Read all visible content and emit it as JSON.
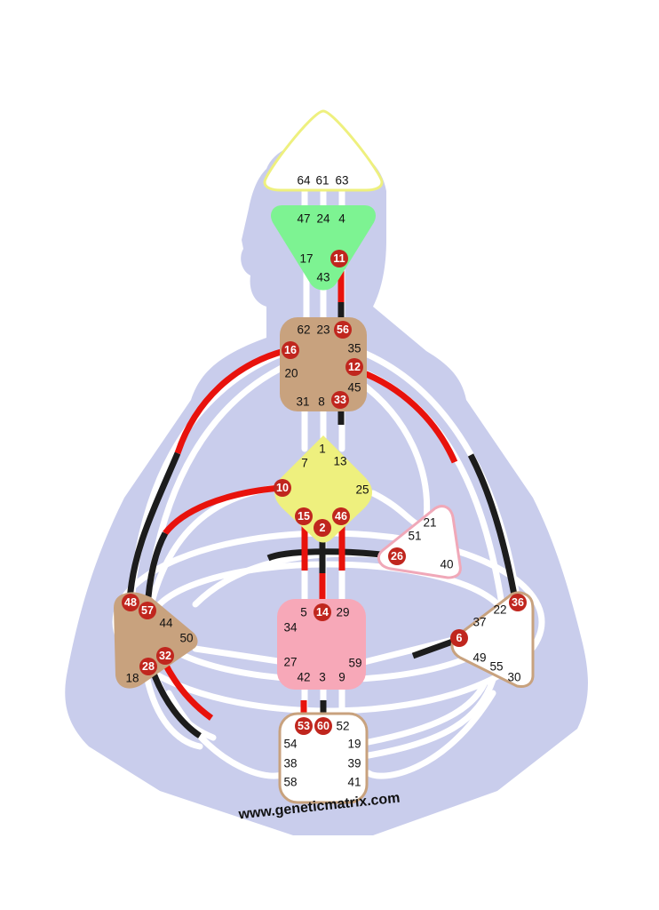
{
  "website": "www.geneticmatrix.com",
  "colors": {
    "silhouette": "#c9cdec",
    "channel_base": "#ffffff",
    "design_red": "#e8120c",
    "personality_black": "#1c1c1c",
    "active_gate_fill": "#c0261e",
    "head_center": "#ffffff",
    "head_border": "#eef07e",
    "ajna_center": "#7df392",
    "throat_center": "#c8a27e",
    "g_center": "#eef07e",
    "ego_center": "#ffffff",
    "ego_border": "#f0a8b8",
    "sacral_center": "#f7a8b8",
    "spleen_center": "#c8a27e",
    "solar_plexus_center": "#ffffff",
    "solar_plexus_border": "#c8a27e",
    "root_center": "#ffffff",
    "root_border": "#c8a27e"
  },
  "gates": [
    {
      "id": "64",
      "active": false
    },
    {
      "id": "61",
      "active": false
    },
    {
      "id": "63",
      "active": false
    },
    {
      "id": "47",
      "active": false
    },
    {
      "id": "24",
      "active": false
    },
    {
      "id": "4",
      "active": false
    },
    {
      "id": "17",
      "active": false
    },
    {
      "id": "11",
      "active": true
    },
    {
      "id": "43",
      "active": false
    },
    {
      "id": "62",
      "active": false
    },
    {
      "id": "23",
      "active": false
    },
    {
      "id": "56",
      "active": true
    },
    {
      "id": "35",
      "active": false
    },
    {
      "id": "16",
      "active": true
    },
    {
      "id": "20",
      "active": false
    },
    {
      "id": "12",
      "active": true
    },
    {
      "id": "45",
      "active": false
    },
    {
      "id": "31",
      "active": false
    },
    {
      "id": "8",
      "active": false
    },
    {
      "id": "33",
      "active": true
    },
    {
      "id": "1",
      "active": false
    },
    {
      "id": "7",
      "active": false
    },
    {
      "id": "13",
      "active": false
    },
    {
      "id": "25",
      "active": false
    },
    {
      "id": "10",
      "active": true
    },
    {
      "id": "15",
      "active": true
    },
    {
      "id": "46",
      "active": true
    },
    {
      "id": "2",
      "active": true
    },
    {
      "id": "21",
      "active": false
    },
    {
      "id": "51",
      "active": false
    },
    {
      "id": "26",
      "active": true
    },
    {
      "id": "40",
      "active": false
    },
    {
      "id": "48",
      "active": true
    },
    {
      "id": "57",
      "active": true
    },
    {
      "id": "44",
      "active": false
    },
    {
      "id": "50",
      "active": false
    },
    {
      "id": "32",
      "active": true
    },
    {
      "id": "28",
      "active": true
    },
    {
      "id": "18",
      "active": false
    },
    {
      "id": "5",
      "active": false
    },
    {
      "id": "14",
      "active": true
    },
    {
      "id": "29",
      "active": false
    },
    {
      "id": "34",
      "active": false
    },
    {
      "id": "27",
      "active": false
    },
    {
      "id": "59",
      "active": false
    },
    {
      "id": "42",
      "active": false
    },
    {
      "id": "3",
      "active": false
    },
    {
      "id": "9",
      "active": false
    },
    {
      "id": "22",
      "active": false
    },
    {
      "id": "36",
      "active": true
    },
    {
      "id": "37",
      "active": false
    },
    {
      "id": "6",
      "active": true
    },
    {
      "id": "49",
      "active": false
    },
    {
      "id": "55",
      "active": false
    },
    {
      "id": "30",
      "active": false
    },
    {
      "id": "53",
      "active": true
    },
    {
      "id": "60",
      "active": true
    },
    {
      "id": "52",
      "active": false
    },
    {
      "id": "54",
      "active": false
    },
    {
      "id": "19",
      "active": false
    },
    {
      "id": "38",
      "active": false
    },
    {
      "id": "39",
      "active": false
    },
    {
      "id": "58",
      "active": false
    },
    {
      "id": "41",
      "active": false
    }
  ]
}
